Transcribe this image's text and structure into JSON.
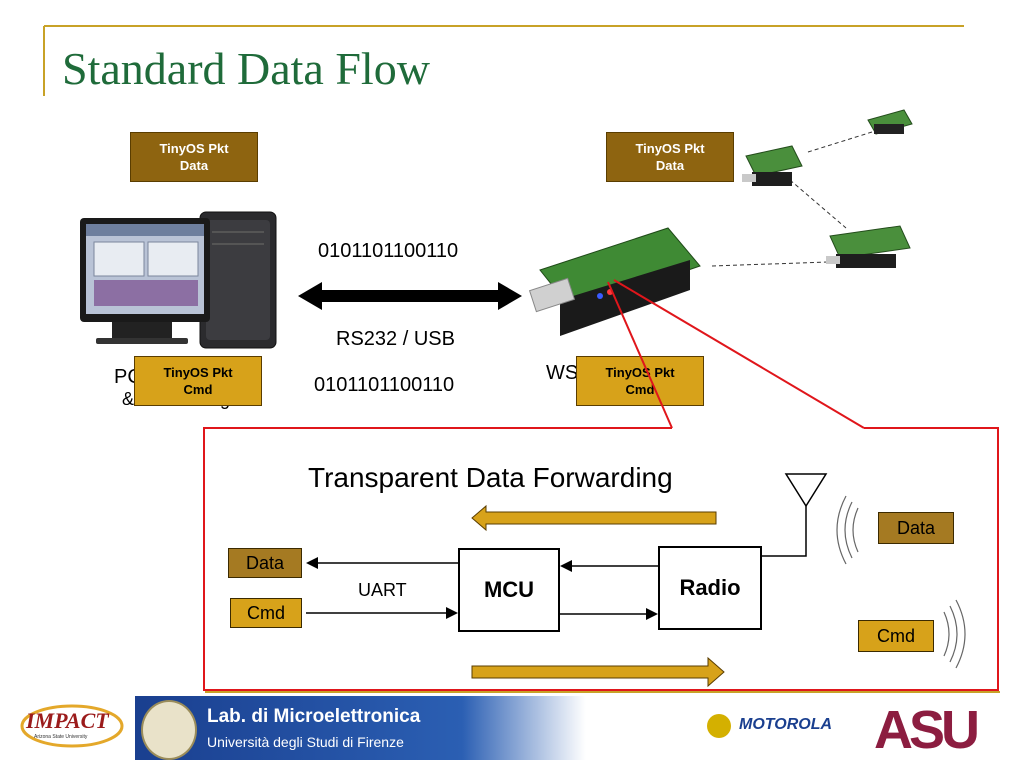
{
  "slide": {
    "title": "Standard Data Flow"
  },
  "packets": {
    "pc_data": {
      "line1": "TinyOS Pkt",
      "line2": "Data"
    },
    "pc_cmd": {
      "line1": "TinyOS Pkt",
      "line2": "Cmd"
    },
    "wsn_data": {
      "line1": "TinyOS Pkt",
      "line2": "Data"
    },
    "wsn_cmd": {
      "line1": "TinyOS Pkt",
      "line2": "Cmd"
    }
  },
  "link": {
    "bits_top": "0101101100110",
    "protocol": "RS232 / USB",
    "bits_bottom": "0101101100110"
  },
  "pc_label": {
    "line1": "PC",
    "line2": "&Data Storage"
  },
  "wsn_label": "WSN",
  "detail": {
    "title": "Transparent Data Forwarding",
    "uart_label": "UART",
    "mcu_label": "MCU",
    "radio_label": "Radio",
    "left_data": "Data",
    "left_cmd": "Cmd",
    "right_data": "Data",
    "right_cmd": "Cmd"
  },
  "footer": {
    "logo_impact": "IMPACT",
    "impact_sub": "Arizona State University",
    "lab_name": "Lab. di Microelettronica",
    "university": "Università degli Studi di Firenze",
    "motorola": "MOTOROLA",
    "asu": "ASU"
  },
  "colors": {
    "title_green": "#1f6b3a",
    "gold_line": "#c8a227",
    "packet_dark": "#8e6410",
    "packet_gold": "#d7a21a",
    "callout_red": "#e0161b",
    "lab_blue": "#1a3f8f",
    "asu_maroon": "#8c1d40"
  }
}
